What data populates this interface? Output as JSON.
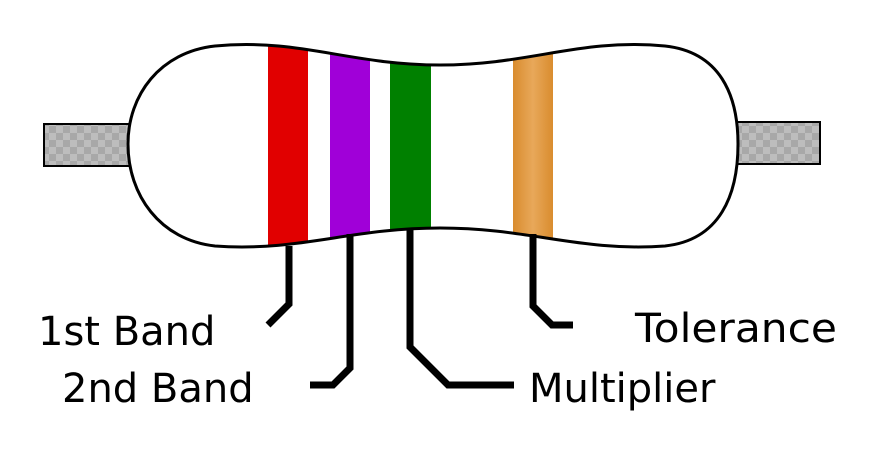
{
  "diagram": {
    "labels": {
      "band1": "1st Band",
      "band2": "2nd Band",
      "multiplier": "Multiplier",
      "tolerance": "Tolerance"
    },
    "colors": {
      "band1": "#e10000",
      "band2": "#a000d8",
      "multiplier": "#008000",
      "tolerance": "#e09a40",
      "body_fill": "#ffffff",
      "outline": "#000000",
      "lead": "#a8a8a8"
    }
  }
}
